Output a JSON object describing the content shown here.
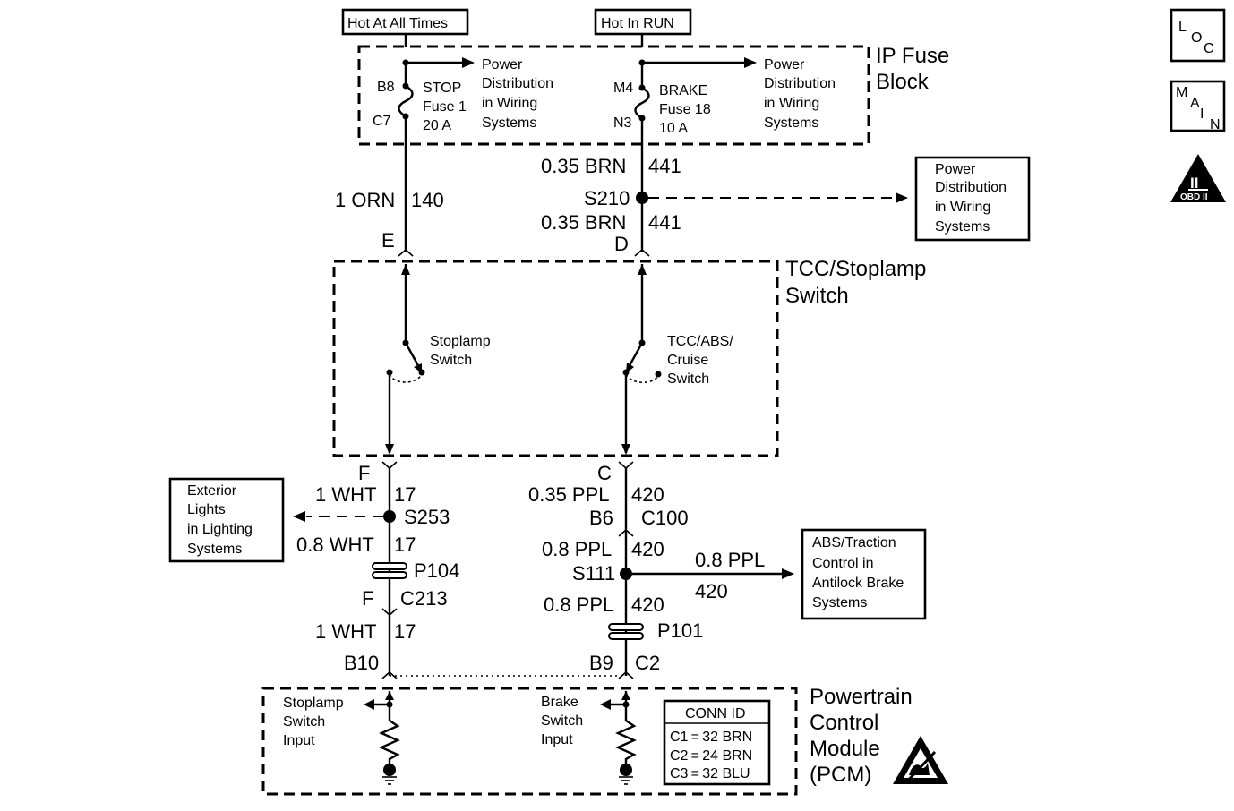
{
  "sources": {
    "hot_at_all_times": "Hot At All Times",
    "hot_in_run": "Hot In RUN"
  },
  "ip_fuse_block": {
    "title_line1": "IP Fuse",
    "title_line2": "Block",
    "stop_fuse": {
      "pin_top": "B8",
      "pin_bottom": "C7",
      "line1": "STOP",
      "line2": "Fuse 1",
      "line3": "20 A"
    },
    "brake_fuse": {
      "pin_top": "M4",
      "pin_bottom": "N3",
      "line1": "BRAKE",
      "line2": "Fuse 18",
      "line3": "10 A"
    },
    "ref_left": [
      "Power",
      "Distribution",
      "in Wiring",
      "Systems"
    ],
    "ref_right": [
      "Power",
      "Distribution",
      "in Wiring",
      "Systems"
    ]
  },
  "wires_upper": {
    "left": {
      "gauge": "1 ORN",
      "circuit": "140"
    },
    "right_top": {
      "gauge": "0.35 BRN",
      "circuit": "441"
    },
    "right_bottom": {
      "gauge": "0.35 BRN",
      "circuit": "441"
    },
    "splice": "S210",
    "splice_ref": [
      "Power",
      "Distribution",
      "in Wiring",
      "Systems"
    ]
  },
  "tcc_switch": {
    "title_line1": "TCC/Stoplamp",
    "title_line2": "Switch",
    "pin_e": "E",
    "pin_d": "D",
    "pin_f": "F",
    "pin_c": "C",
    "stoplamp_switch": [
      "Stoplamp",
      "Switch"
    ],
    "tcc_switch": [
      "TCC/ABS/",
      "Cruise",
      "Switch"
    ]
  },
  "wires_lower_left": {
    "w1": {
      "gauge": "1 WHT",
      "circuit": "17"
    },
    "splice": "S253",
    "w2": {
      "gauge": "0.8 WHT",
      "circuit": "17"
    },
    "pass_through": "P104",
    "conn_pin": "F",
    "connector": "C213",
    "w3": {
      "gauge": "1 WHT",
      "circuit": "17"
    },
    "pcm_pin": "B10",
    "ref": [
      "Exterior",
      "Lights",
      "in Lighting",
      "Systems"
    ]
  },
  "wires_lower_right": {
    "w1": {
      "gauge": "0.35 PPL",
      "circuit": "420"
    },
    "conn_pin": "B6",
    "connector": "C100",
    "w2": {
      "gauge": "0.8 PPL",
      "circuit": "420"
    },
    "splice": "S111",
    "branch": {
      "gauge": "0.8 PPL",
      "circuit": "420"
    },
    "w3": {
      "gauge": "0.8 PPL",
      "circuit": "420"
    },
    "pass_through": "P101",
    "pcm_pin": "B9",
    "pcm_conn": "C2",
    "ref": [
      "ABS/Traction",
      "Control in",
      "Antilock Brake",
      "Systems"
    ]
  },
  "pcm": {
    "title": [
      "Powertrain",
      "Control",
      "Module",
      "(PCM)"
    ],
    "stoplamp_input": [
      "Stoplamp",
      "Switch",
      "Input"
    ],
    "brake_input": [
      "Brake",
      "Switch",
      "Input"
    ],
    "conn_id": {
      "header": "CONN ID",
      "rows": [
        "C1 = 32 BRN",
        "C2 = 24 BRN",
        "C3 = 32 BLU"
      ]
    }
  },
  "icons": {
    "loc": [
      "L",
      "O",
      "C"
    ],
    "main": [
      "M",
      "A",
      "I",
      "N"
    ],
    "obd_numeral": "II",
    "obd_label": "OBD II"
  }
}
